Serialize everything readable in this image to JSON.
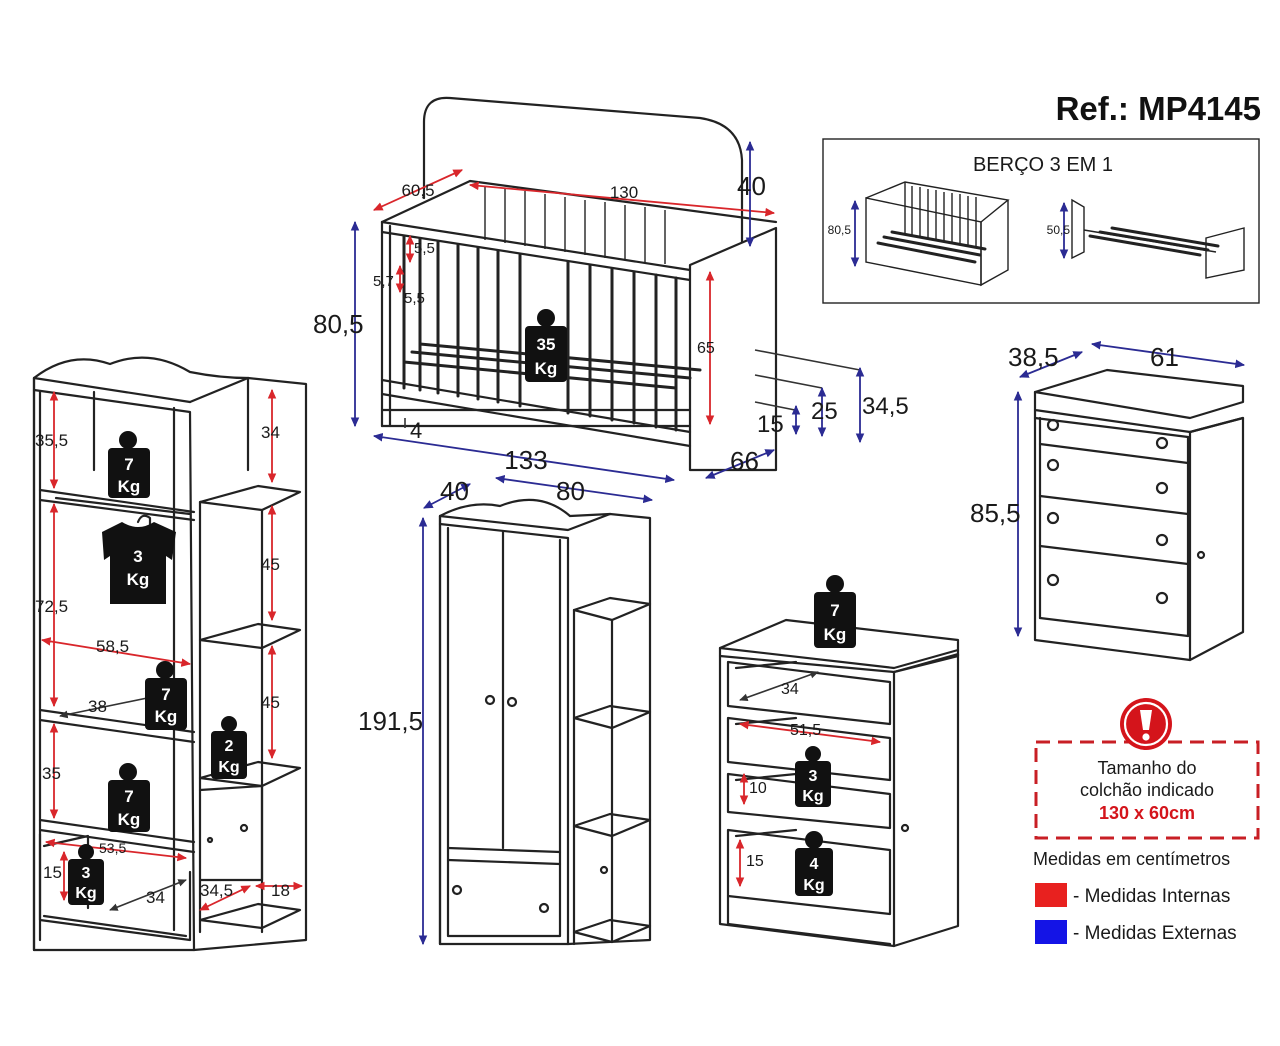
{
  "ref_label": "Ref.: MP4145",
  "inset": {
    "title": "BERÇO 3 EM 1",
    "crib_height": "80,5",
    "bed_height": "50,5"
  },
  "crib": {
    "depth": "60,5",
    "width_internal": "130",
    "top_extension": "40",
    "height_total": "80,5",
    "rail_gap_a": "5,5",
    "rail_gap_b": "5,7",
    "rail_gap_c": "5,5",
    "side_height": "65",
    "base_offset": "4",
    "width_total": "133",
    "depth_total": "66",
    "level_1": "15",
    "level_2": "25",
    "level_3": "34,5",
    "load": {
      "value": "35",
      "unit": "Kg"
    }
  },
  "chest": {
    "depth": "38,5",
    "width": "61",
    "height": "85,5"
  },
  "shelf_unit": {
    "top_shelf": "35,5",
    "middle": "72,5",
    "width": "58,5",
    "shelf_depth": "38",
    "lower_shelf": "35",
    "drawer_width": "53,5",
    "drawer_height": "15",
    "drawer_depth": "34",
    "side_34": "34",
    "side_45a": "45",
    "side_45b": "45",
    "side_width": "34,5",
    "side_depth": "18",
    "loads": [
      {
        "value": "7",
        "unit": "Kg"
      },
      {
        "value": "3",
        "unit": "Kg"
      },
      {
        "value": "7",
        "unit": "Kg"
      },
      {
        "value": "2",
        "unit": "Kg"
      },
      {
        "value": "7",
        "unit": "Kg"
      },
      {
        "value": "3",
        "unit": "Kg"
      }
    ]
  },
  "wardrobe": {
    "depth": "40",
    "width": "80",
    "height": "191,5"
  },
  "dresser": {
    "drawer_depth": "34",
    "drawer_width": "51,5",
    "drawer_height_a": "10",
    "drawer_height_b": "15",
    "loads": [
      {
        "value": "7",
        "unit": "Kg"
      },
      {
        "value": "3",
        "unit": "Kg"
      },
      {
        "value": "4",
        "unit": "Kg"
      }
    ]
  },
  "notice": {
    "line1": "Tamanho do",
    "line2": "colchão indicado",
    "line3": "130 x 60cm"
  },
  "legend": {
    "title": "Medidas em centímetros",
    "internal": "- Medidas Internas",
    "external": "- Medidas Externas",
    "internal_color": "#e8211f",
    "external_color": "#1414e6"
  }
}
